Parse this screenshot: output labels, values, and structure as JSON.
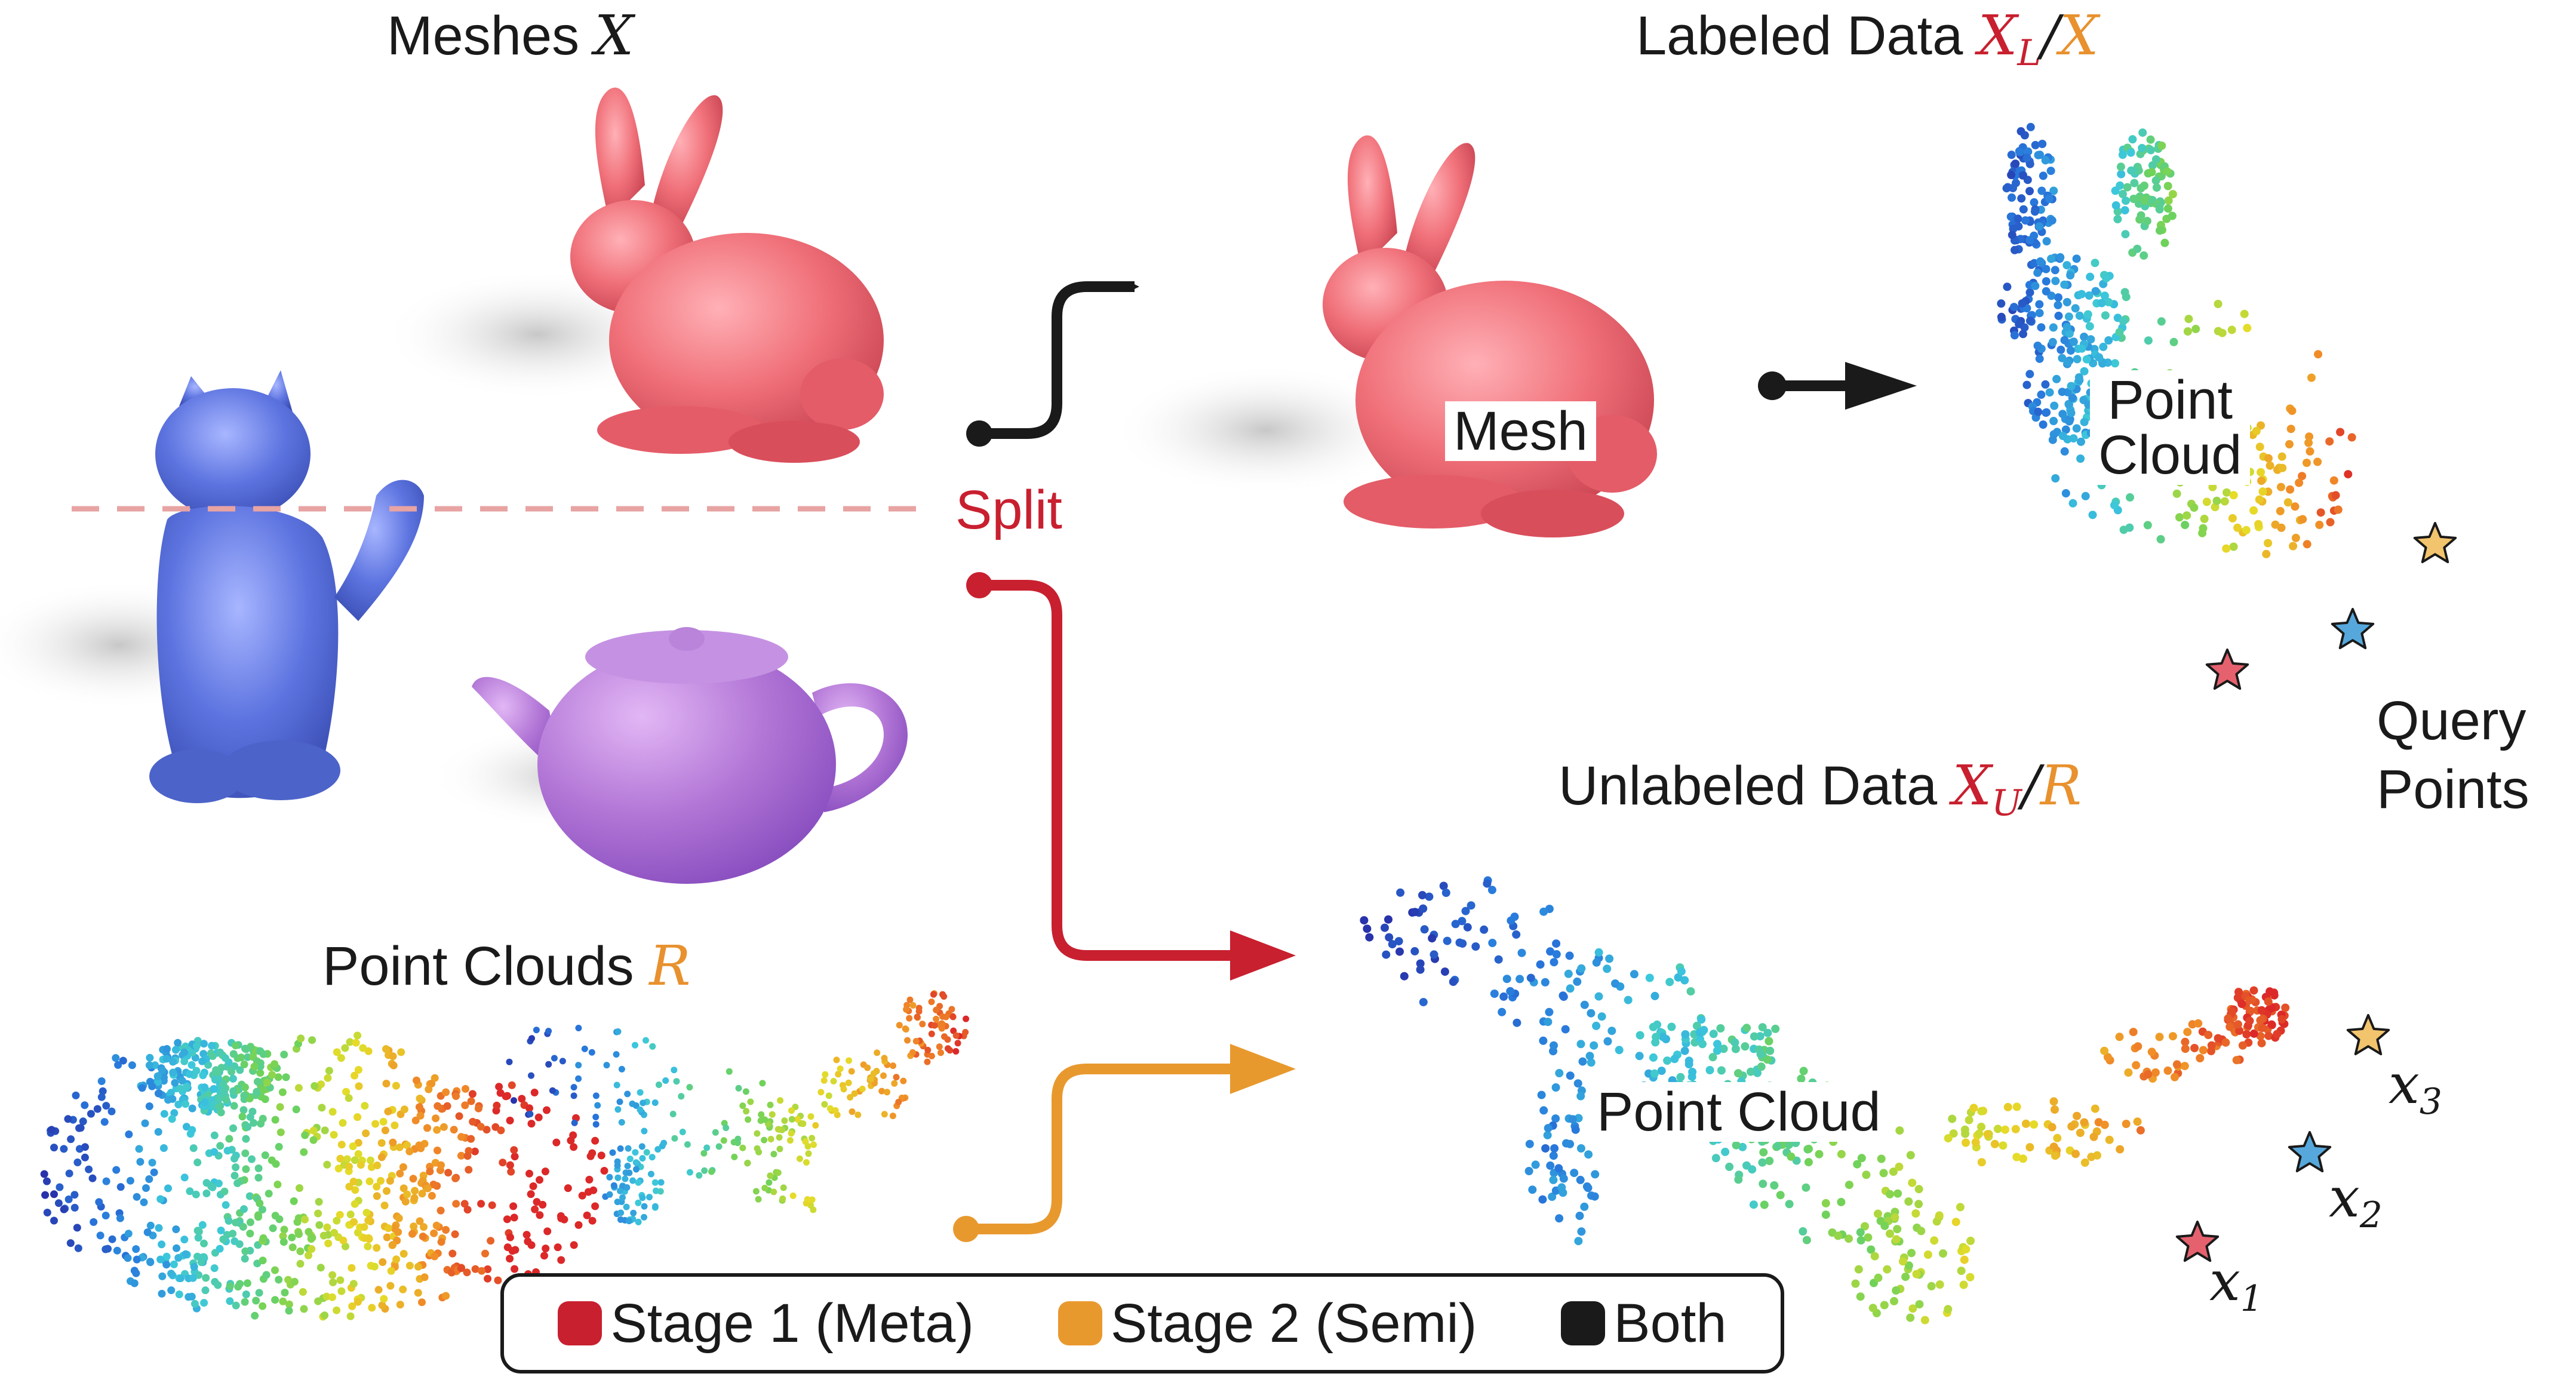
{
  "labels": {
    "meshes": "Meshes",
    "meshes_var": "X",
    "labeled": "Labeled Data",
    "labeled_var_main": "X",
    "labeled_var_sub": "L",
    "labeled_slash": "/",
    "labeled_var_total": "X",
    "split": "Split",
    "mesh_box": "Mesh",
    "pc_box_top_1": "Point",
    "pc_box_top_2": "Cloud",
    "unlabeled": "Unlabeled Data",
    "unlabeled_var_main": "X",
    "unlabeled_var_sub": "U",
    "unlabeled_slash": "/",
    "unlabeled_var_total": "R",
    "query_1": "Query",
    "query_2": "Points",
    "point_clouds": "Point Clouds",
    "point_clouds_var": "R",
    "pc_box_bottom": "Point Cloud",
    "x1_main": "x",
    "x1_sub": "1",
    "x2_main": "x",
    "x2_sub": "2",
    "x3_main": "x",
    "x3_sub": "3"
  },
  "legend": [
    {
      "label": "Stage 1 (Meta)",
      "color": "#c8202f"
    },
    {
      "label": "Stage 2 (Semi)",
      "color": "#e8992e"
    },
    {
      "label": "Both",
      "color": "#1a1a1a"
    }
  ],
  "colors": {
    "stage1": "#c8202f",
    "stage2": "#e8992e",
    "both": "#1a1a1a",
    "bunny": "#ef6e78",
    "cat": "#5b72dd",
    "teapot": "#b46fd6",
    "split_line": "#e8a3a3"
  },
  "icons": [
    "bunny-mesh",
    "cat-mesh",
    "teapot-mesh",
    "car-point-cloud",
    "dinosaur-point-cloud",
    "star-icon"
  ]
}
